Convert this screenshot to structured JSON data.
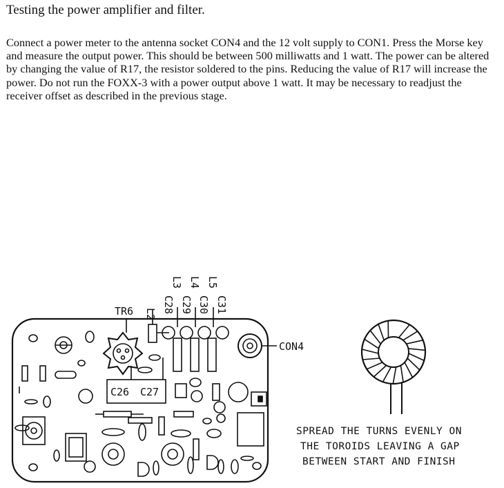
{
  "heading": "Testing the power amplifier and filter.",
  "paragraph": "Connect a power meter to the antenna socket CON4 and the 12 volt supply to CON1. Press the Morse key and measure the output power. This should be between 500 milliwatts and 1 watt. The power can be altered by changing the value of R17, the resistor soldered to the pins. Reducing the value of R17 will increase the power. Do not run the FOXX-3 with a power output above 1 watt. It may be necessary to readjust the receiver offset as described in the previous stage.",
  "diagram": {
    "labels": {
      "tr6": "TR6",
      "con4": "CON4",
      "c26": "C26",
      "c27": "C27",
      "l2": "L2",
      "c28": "C28",
      "l3": "L3",
      "c29": "C29",
      "l4": "L4",
      "c30": "C30",
      "l5": "L5",
      "c31": "C31"
    },
    "note_lines": [
      "SPREAD THE TURNS EVENLY ON",
      "THE TOROIDS LEAVING A GAP",
      "BETWEEN START AND FINISH"
    ]
  }
}
